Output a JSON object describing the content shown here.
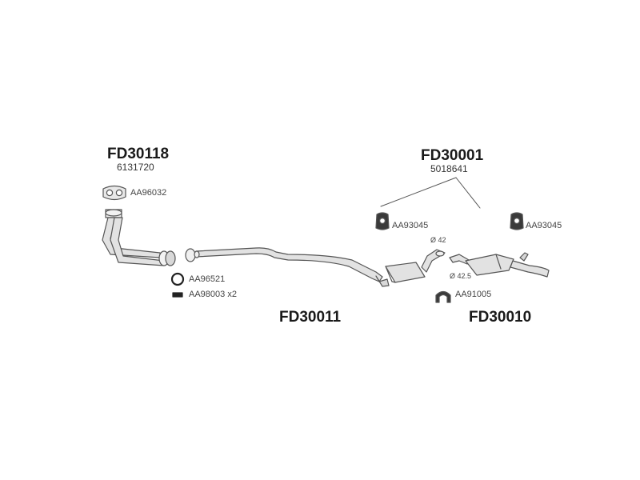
{
  "assemblies": {
    "front_pipe": {
      "code": "FD30118",
      "oe_ref": "6131720"
    },
    "middle_silencer_group": {
      "code": "FD30001",
      "oe_ref": "5018641"
    },
    "middle_pipe": {
      "code": "FD30011"
    },
    "rear_silencer": {
      "code": "FD30010"
    }
  },
  "parts": {
    "gasket_flange": "AA96032",
    "ring": "AA96521",
    "clamp": "AA98003",
    "clamp_qty": "x2",
    "hanger_mid": "AA93045",
    "hanger_rear": "AA93045",
    "hanger_rubber": "AA91005"
  },
  "dimensions": {
    "d42": "Ø 42",
    "d425": "Ø 42.5"
  },
  "icons": {
    "gasket": "flange-gasket-icon",
    "ring": "o-ring-icon",
    "clamp": "clamp-bar-icon",
    "hanger": "rubber-hanger-icon"
  },
  "colors": {
    "line": "#555555",
    "fill": "#e4e4e4",
    "text": "#1a1a1a"
  }
}
